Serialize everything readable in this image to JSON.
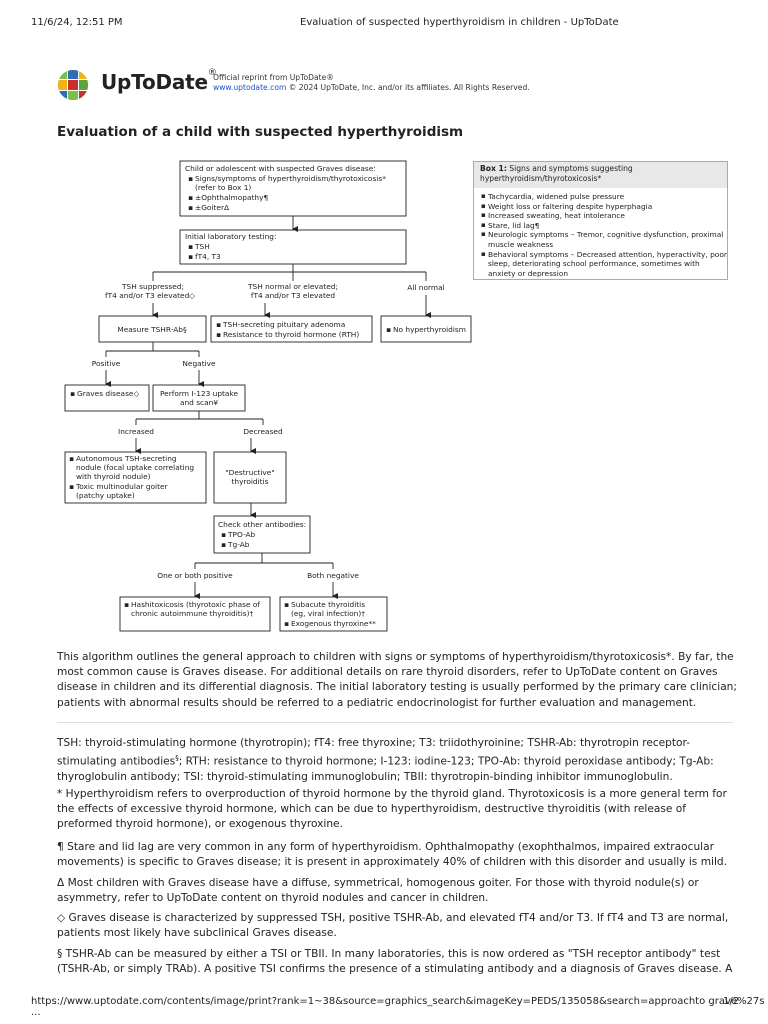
{
  "print_header": {
    "datetime": "11/6/24, 12:51 PM",
    "page_title": "Evaluation of suspected hyperthyroidism in children - UpToDate"
  },
  "brand": {
    "name": "UpToDate",
    "registered_mark": "®",
    "reprint_line": "Official reprint from UpToDate®",
    "site_link": "www.uptodate.com",
    "copyright": " © 2024 UpToDate, Inc. and/or its affiliates. All Rights Reserved."
  },
  "figure_title": "Evaluation of a child with suspected hyperthyroidism",
  "flowchart": {
    "start_title": "Child or adolescent with suspected Graves disease:",
    "start_items": [
      "Signs/symptoms of hyperthyroidism/thyrotoxicosis*",
      "(refer to Box 1)",
      "±Ophthalmopathy¶",
      "±GoiterΔ"
    ],
    "labs_title": "Initial laboratory testing:",
    "labs_items": [
      "TSH",
      "fT4, T3"
    ],
    "branch_suppressed": [
      "TSH suppressed;",
      "fT4 and/or T3 elevated◇"
    ],
    "branch_normal": [
      "TSH normal or elevated;",
      "fT4 and/or T3 elevated"
    ],
    "branch_all_normal": "All normal",
    "measure_tshr": "Measure TSHR-Ab§",
    "tsh_secreting": [
      "TSH-secreting pituitary adenoma",
      "Resistance to thyroid hormone (RTH)"
    ],
    "no_hyper": "No hyperthyroidism",
    "positive": "Positive",
    "negative": "Negative",
    "graves": "Graves disease◇",
    "perform_scan": [
      "Perform I-123 uptake",
      "and scan¥"
    ],
    "increased": "Increased",
    "decreased": "Decreased",
    "autonomous": [
      "Autonomous TSH-secreting",
      "nodule (focal uptake correlating",
      "with thyroid nodule)",
      "Toxic multinodular goiter",
      "(patchy uptake)"
    ],
    "destructive": [
      "\"Destructive\"",
      "thyroiditis"
    ],
    "check_title": "Check other antibodies:",
    "check_items": [
      "TPO-Ab",
      "Tg-Ab"
    ],
    "one_or_both": "One or both positive",
    "both_negative": "Both negative",
    "hashitoxicosis": [
      "Hashitoxicosis (thyrotoxic phase of",
      "chronic autoimmune thyroiditis)†"
    ],
    "subacute": [
      "Subacute thyroiditis",
      "(eg, viral infection)†",
      "Exogenous thyroxine**"
    ]
  },
  "box1": {
    "label": "Box 1:",
    "title": "Signs and symptoms suggesting hyperthyroidism/thyrotoxicosis*",
    "items": [
      "Tachycardia, widened pulse pressure",
      "Weight loss or faltering despite hyperphagia",
      "Increased sweating, heat intolerance",
      "Stare, lid lag¶",
      "Neurologic symptoms – Tremor, cognitive dysfunction, proximal muscle weakness",
      "Behavioral symptoms – Decreased attention, hyperactivity, poor sleep, deteriorating school performance, sometimes with anxiety or depression"
    ]
  },
  "text": {
    "intro": "This algorithm outlines the general approach to children with signs or symptoms of hyperthyroidism/thyrotoxicosis*. By far, the most common cause is Graves disease. For additional details on rare thyroid disorders, refer to UpToDate content on Graves disease in children and its differential diagnosis. The initial laboratory testing is usually performed by the primary care clinician; patients with abnormal results should be referred to a pediatric endocrinologist for further evaluation and management.",
    "abbrev_1": "TSH: thyroid-stimulating hormone (thyrotropin); fT4: free thyroxine; T3: triidothyroinine; TSHR-Ab: thyrotropin receptor-stimulating antibodies",
    "abbrev_sup": "§",
    "abbrev_2": "; RTH: resistance to thyroid hormone; I-123: iodine-123; TPO-Ab: thyroid peroxidase antibody; Tg-Ab: thyroglobulin antibody; TSI: thyroid-stimulating immunoglobulin; TBII: thyrotropin-binding inhibitor immunoglobulin.",
    "note_star": "* Hyperthyroidism refers to overproduction of thyroid hormone by the thyroid gland. Thyrotoxicosis is a more general term for the effects of excessive thyroid hormone, which can be due to hyperthyroidism, destructive thyroiditis (with release of preformed thyroid hormone), or exogenous thyroxine.",
    "note_pilcrow": "¶ Stare and lid lag are very common in any form of hyperthyroidism. Ophthalmopathy (exophthalmos, impaired extraocular movements) is specific to Graves disease; it is present in approximately 40% of children with this disorder and usually is mild.",
    "note_delta": "Δ Most children with Graves disease have a diffuse, symmetrical, homogenous goiter. For those with thyroid nodule(s) or asymmetry, refer to UpToDate content on thyroid nodules and cancer in children.",
    "note_diamond": "◇ Graves disease is characterized by suppressed TSH, positive TSHR-Ab, and elevated fT4 and/or T3. If fT4 and T3 are normal, patients most likely have subclinical Graves disease.",
    "note_section": "§ TSHR-Ab can be measured by either a TSI or TBII. In many laboratories, this is now ordered as \"TSH receptor antibody\" test (TSHR-Ab, or simply TRAb). A positive TSI confirms the presence of a stimulating antibody and a diagnosis of Graves disease. A positive TBII"
  },
  "print_footer": {
    "url": "https://www.uptodate.com/contents/image/print?rank=1~38&source=graphics_search&imageKey=PEDS/135058&search=approachto grave%27s ...",
    "page": "1/2"
  },
  "colors": {
    "link": "#1a56c8",
    "box_head": "#e8e8e8",
    "logo_green": "#5ea33a",
    "logo_red": "#c8312b",
    "logo_yellow": "#f2b21b",
    "logo_blue": "#2f6db5"
  }
}
